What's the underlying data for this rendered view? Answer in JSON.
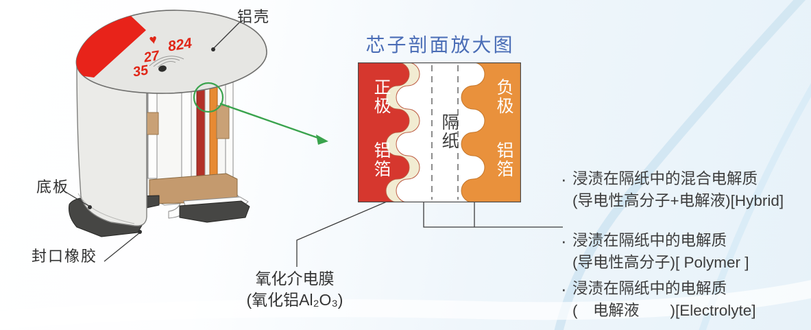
{
  "background": {
    "swoosh_color": "#cfe4f1"
  },
  "capacitor": {
    "shell_label": "铝壳",
    "base_plate_label": "底板",
    "seal_rubber_label": "封口橡胶",
    "top_markings": {
      "logo_glyph": "♥",
      "line1": "824",
      "line2": "27",
      "line3": "35",
      "color": "#e02718"
    }
  },
  "core_diagram": {
    "title": "芯子剖面放大图",
    "title_color": "#4a6db6",
    "anode_line1": "正极",
    "anode_line2": "铝箔",
    "separator": "隔纸",
    "cathode_line1": "负极",
    "cathode_line2": "铝箔",
    "colors": {
      "anode_foil": "#d6372e",
      "dielectric_film": "#f2ecd2",
      "cathode_foil": "#e9913c"
    }
  },
  "oxide_label": {
    "line1": "氧化介电膜",
    "line2": "(氧化铝Al₂O₃)"
  },
  "notes_bullet": "·",
  "notes": [
    {
      "line1": "浸渍在隔纸中的混合电解质",
      "line2": "(导电性高分子+电解液)[Hybrid]"
    },
    {
      "line1": "浸渍在隔纸中的电解质",
      "line2": "(导电性高分子)[ Polymer ]"
    },
    {
      "line1": "浸渍在隔纸中的电解质",
      "line2": "(　电解液　　)[Electrolyte]"
    }
  ]
}
